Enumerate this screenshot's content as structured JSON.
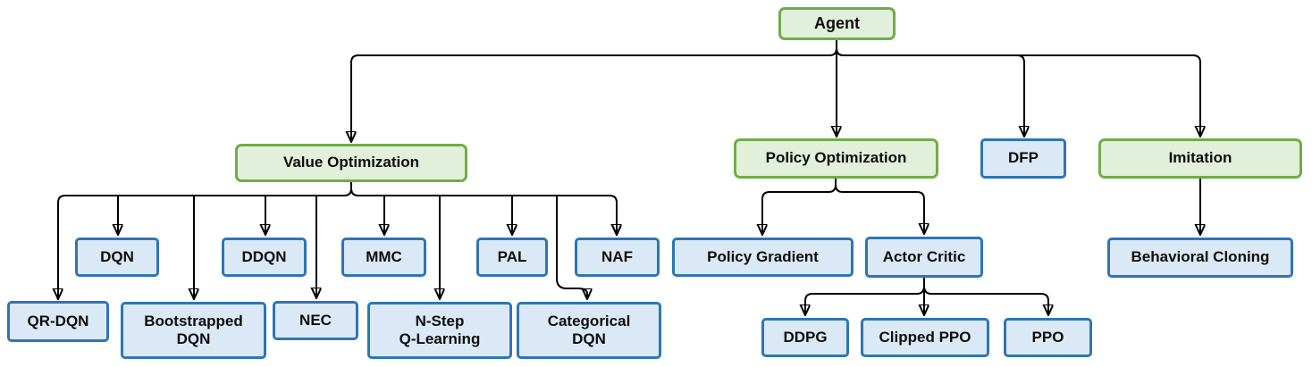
{
  "diagram": {
    "type": "tree",
    "root": "agent",
    "colors": {
      "green_fill": "#e2efda",
      "green_border": "#70ad47",
      "blue_fill": "#dbe9f7",
      "blue_border": "#2e75b6",
      "connector": "#000000",
      "text": "#0d0d0d",
      "background": "#ffffff"
    },
    "nodes": {
      "agent": {
        "label": "Agent",
        "style": "green"
      },
      "value_optimization": {
        "label": "Value Optimization",
        "style": "green"
      },
      "policy_optimization": {
        "label": "Policy Optimization",
        "style": "green"
      },
      "dfp": {
        "label": "DFP",
        "style": "blue"
      },
      "imitation": {
        "label": "Imitation",
        "style": "green"
      },
      "dqn": {
        "label": "DQN",
        "style": "blue"
      },
      "ddqn": {
        "label": "DDQN",
        "style": "blue"
      },
      "mmc": {
        "label": "MMC",
        "style": "blue"
      },
      "pal": {
        "label": "PAL",
        "style": "blue"
      },
      "naf": {
        "label": "NAF",
        "style": "blue"
      },
      "qr_dqn": {
        "label": "QR-DQN",
        "style": "blue"
      },
      "bootstrapped_dqn": {
        "label": "Bootstrapped\nDQN",
        "style": "blue"
      },
      "nec": {
        "label": "NEC",
        "style": "blue"
      },
      "n_step_q_learning": {
        "label": "N-Step\nQ-Learning",
        "style": "blue"
      },
      "categorical_dqn": {
        "label": "Categorical\nDQN",
        "style": "blue"
      },
      "policy_gradient": {
        "label": "Policy Gradient",
        "style": "blue"
      },
      "actor_critic": {
        "label": "Actor Critic",
        "style": "blue"
      },
      "behavioral_cloning": {
        "label": "Behavioral Cloning",
        "style": "blue"
      },
      "ddpg": {
        "label": "DDPG",
        "style": "blue"
      },
      "clipped_ppo": {
        "label": "Clipped PPO",
        "style": "blue"
      },
      "ppo": {
        "label": "PPO",
        "style": "blue"
      }
    },
    "edges": [
      [
        "agent",
        "value_optimization"
      ],
      [
        "agent",
        "policy_optimization"
      ],
      [
        "agent",
        "dfp"
      ],
      [
        "agent",
        "imitation"
      ],
      [
        "value_optimization",
        "qr_dqn"
      ],
      [
        "value_optimization",
        "dqn"
      ],
      [
        "value_optimization",
        "bootstrapped_dqn"
      ],
      [
        "value_optimization",
        "ddqn"
      ],
      [
        "value_optimization",
        "nec"
      ],
      [
        "value_optimization",
        "mmc"
      ],
      [
        "value_optimization",
        "n_step_q_learning"
      ],
      [
        "value_optimization",
        "pal"
      ],
      [
        "value_optimization",
        "categorical_dqn"
      ],
      [
        "value_optimization",
        "naf"
      ],
      [
        "policy_optimization",
        "policy_gradient"
      ],
      [
        "policy_optimization",
        "actor_critic"
      ],
      [
        "actor_critic",
        "ddpg"
      ],
      [
        "actor_critic",
        "clipped_ppo"
      ],
      [
        "actor_critic",
        "ppo"
      ],
      [
        "imitation",
        "behavioral_cloning"
      ]
    ]
  }
}
